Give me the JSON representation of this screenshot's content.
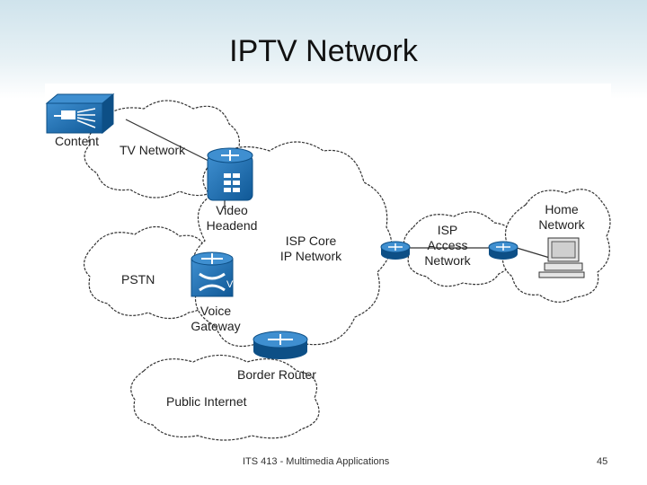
{
  "slide": {
    "title": "IPTV Network",
    "footer_text": "ITS 413 - Multimedia Applications",
    "page_number": "45"
  },
  "clouds": {
    "tv": "TV Network",
    "pstn": "PSTN",
    "core_line1": "ISP Core",
    "core_line2": "IP Network",
    "access_line1": "ISP",
    "access_line2": "Access",
    "access_line3": "Network",
    "home_line1": "Home",
    "home_line2": "Network",
    "internet": "Public Internet"
  },
  "devices": {
    "content": "Content",
    "headend_line1": "Video",
    "headend_line2": "Headend",
    "gateway_line1": "Voice",
    "gateway_line2": "Gateway",
    "border": "Border Router"
  },
  "colors": {
    "device_blue": "#1b6fb3",
    "device_dark": "#0d4f86",
    "cloud_stroke": "#333333"
  }
}
